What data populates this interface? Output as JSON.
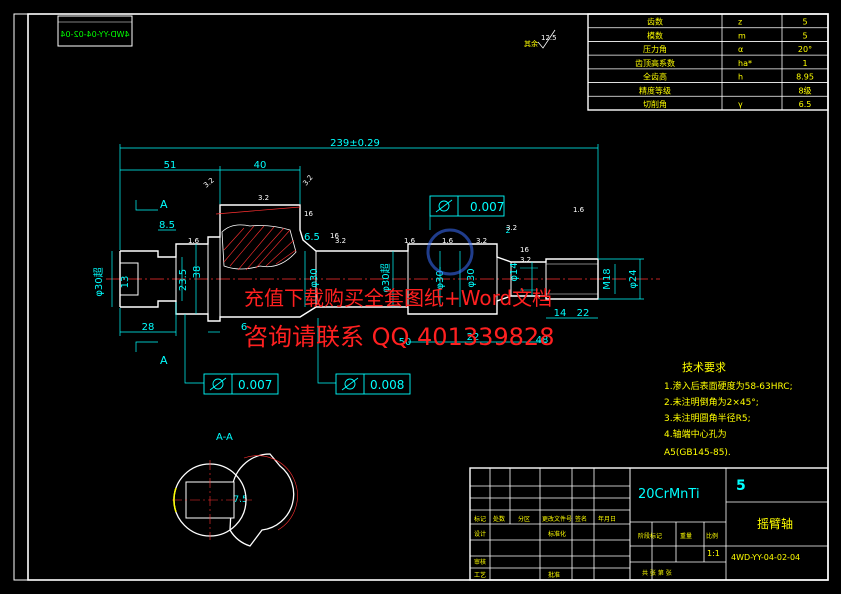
{
  "drawing": {
    "code_mirrored": "4WD-YY-04-02-04",
    "roughness_general": "12.5",
    "roughness_general_prefix": "其余"
  },
  "gear_table": {
    "rows": [
      {
        "name": "齿数",
        "symbol": "z",
        "value": "5"
      },
      {
        "name": "模数",
        "symbol": "m",
        "value": "5"
      },
      {
        "name": "压力角",
        "symbol": "α",
        "value": "20°"
      },
      {
        "name": "齿顶高系数",
        "symbol": "ha*",
        "value": "1"
      },
      {
        "name": "全齿高",
        "symbol": "h",
        "value": "8.95"
      },
      {
        "name": "精度等级",
        "symbol": "",
        "value": "8级"
      },
      {
        "name": "切削角",
        "symbol": "γ",
        "value": "6.5"
      }
    ]
  },
  "dimensions": {
    "overall": "239±0.29",
    "d51": "51",
    "d40": "40",
    "d85": "8.5",
    "d65": "6.5",
    "d28": "28",
    "d6": "6",
    "d50": "50",
    "d22a": "22",
    "d48": "48",
    "d14": "14",
    "d22b": "22",
    "d2_2": "2",
    "d13": "13",
    "d235": "23.5",
    "d38": "38",
    "phi30_left": "φ30超",
    "phi30_a": "φ30",
    "phi30_b": "φ30超",
    "phi30_c": "φ30-",
    "phi30_d": "φ30",
    "phi14": "φ14",
    "m18": "M18",
    "phi24": "φ24",
    "tol1": "0.007",
    "tol2": "0.007",
    "tol3": "0.008",
    "r16a": "16",
    "r16b": "16",
    "r16c": "16",
    "r32a": "3.2",
    "r32b": "3.2",
    "r32c": "3.2",
    "r32d": "3.2",
    "r32e": "3.2",
    "r32f": "3.2",
    "r32g": "3.2",
    "r16d": "1.6",
    "r16e": "1.6",
    "r16f": "1.6",
    "r16g": "1.6",
    "section_A": "A",
    "section_A2": "A",
    "section_label": "A-A",
    "section_dim": "E37.5"
  },
  "watermark": {
    "line1": "充值下载购买全套图纸+Word文档",
    "line2": "咨询请联系 QQ 401339828"
  },
  "tech_req": {
    "title": "技术要求",
    "items": [
      "1.渗入后表面硬度为58-63HRC;",
      "2.未注明倒角为2×45°;",
      "3.未注明圆角半径R5;",
      "4.轴端中心孔为",
      "A5(GB145-85)."
    ]
  },
  "title_block": {
    "material": "20CrMnTi",
    "quantity": "5",
    "part_name": "摇臂轴",
    "drawing_no": "4WD-YY-04-02-04",
    "scale": "1:1",
    "row_labels": [
      "标记",
      "处数",
      "分区",
      "更改文件号",
      "签名",
      "年月日"
    ],
    "left_labels": [
      "设计",
      "审核",
      "工艺"
    ],
    "std_label": "标准化",
    "stage_label": "阶段标记",
    "weight_label": "重量",
    "scale_label": "比例",
    "approve_label": "批准",
    "sheet_label": "共 张 第 张"
  },
  "colors": {
    "outline": "#ffffff",
    "dim": "#00ffff",
    "part": "#ffffff",
    "hatch": "#ff3030",
    "text_green": "#00ff00",
    "tech_text": "#ffff00",
    "title_text": "#ffff00",
    "watermark": "#ff2020",
    "blue_accent": "#3b6fff"
  }
}
